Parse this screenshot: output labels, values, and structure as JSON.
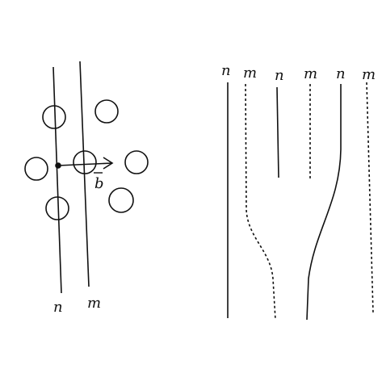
{
  "diagram": {
    "left_panel": {
      "labels": {
        "line_a": "n",
        "line_b": "m",
        "vector": "b"
      }
    },
    "right_panel": {
      "labels": [
        "n",
        "m",
        "n",
        "m",
        "n",
        "m"
      ]
    }
  },
  "colors": {
    "ink": "#111111",
    "background": "#ffffff"
  }
}
